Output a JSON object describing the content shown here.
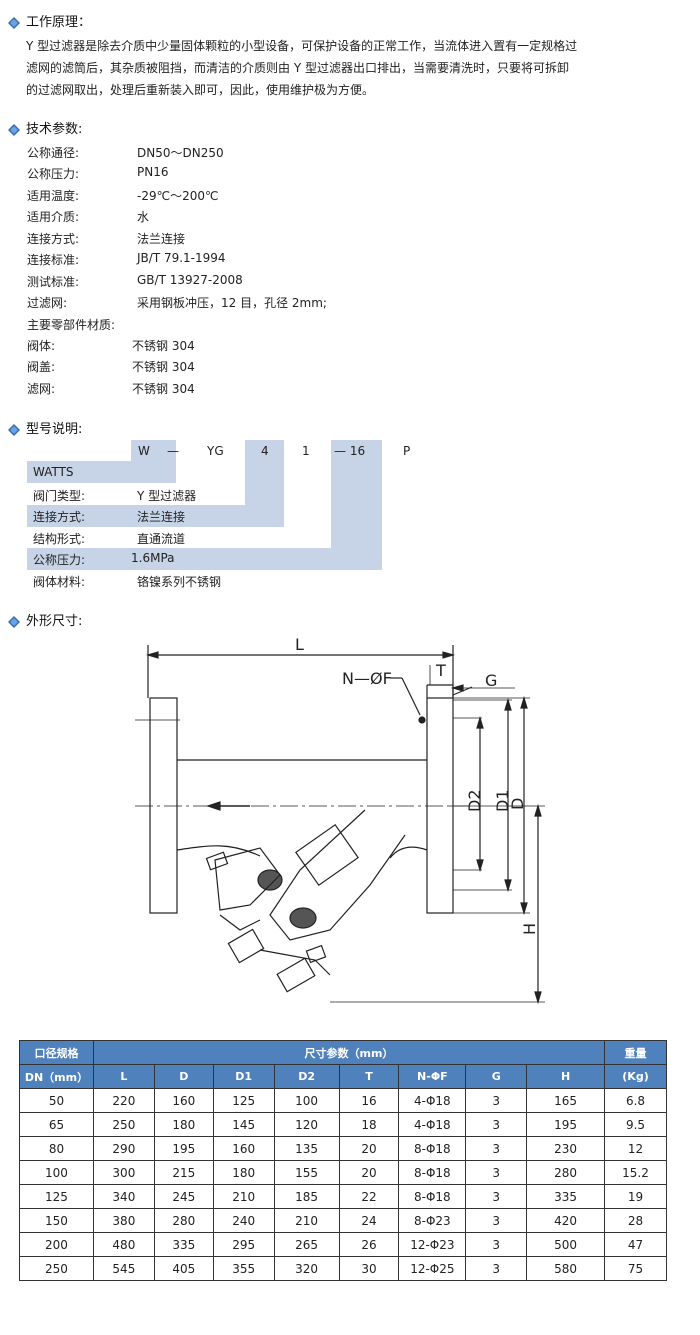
{
  "principle": {
    "title": "工作原理：",
    "lines": [
      "Y 型过滤器是除去介质中少量固体颗粒的小型设备，可保护设备的正常工作，当流体进入置有一定规格过",
      "滤网的滤筒后，其杂质被阻挡，而清洁的介质则由 Y 型过滤器出口排出，当需要清洗时，只要将可拆卸",
      "的过滤网取出，处理后重新装入即可，因此，使用维护极为方便。"
    ]
  },
  "specs": {
    "title": "技术参数:",
    "rows": [
      {
        "k": "公称通径:",
        "v": "DN50～DN250"
      },
      {
        "k": "公称压力:",
        "v": "PN16"
      },
      {
        "k": "适用温度:",
        "v": "-29℃～200℃"
      },
      {
        "k": "适用介质:",
        "v": "水"
      },
      {
        "k": "连接方式:",
        "v": "法兰连接"
      },
      {
        "k": "连接标准:",
        "v": "JB/T 79.1-1994"
      },
      {
        "k": "测试标准:",
        "v": "GB/T 13927-2008"
      },
      {
        "k": "过滤网:",
        "v": "采用钢板冲压，12 目，孔径 2mm;"
      }
    ],
    "materials_title": "主要零部件材质:",
    "materials": [
      {
        "k": "阀体:",
        "v": "不锈钢 304"
      },
      {
        "k": "阀盖:",
        "v": "不锈钢 304"
      },
      {
        "k": "滤网:",
        "v": "不锈钢 304"
      }
    ]
  },
  "model": {
    "title": "型号说明:",
    "codes": [
      "W",
      "—",
      "YG",
      "4",
      "1",
      "— 16",
      "P"
    ],
    "rows": [
      {
        "k": "WATTS",
        "v": ""
      },
      {
        "k": "阀门类型:",
        "v": "Y 型过滤器"
      },
      {
        "k": "连接方式:",
        "v": "法兰连接"
      },
      {
        "k": "结构形式:",
        "v": "直通流道"
      },
      {
        "k": "公称压力:",
        "v": "1.6MPa"
      },
      {
        "k": "阀体材料:",
        "v": "铬镍系列不锈钢"
      }
    ]
  },
  "dimensions": {
    "title": "外形尺寸:",
    "labels": {
      "L": "L",
      "nf": "N—ØF",
      "T": "T",
      "G": "G",
      "D2": "D2",
      "D1": "D1",
      "D": "D",
      "H": "H"
    }
  },
  "table": {
    "h_spec": "口径规格",
    "h_dn": "DN（mm）",
    "h_dims": "尺寸参数（mm）",
    "h_weight": "重量",
    "h_kg": "(Kg)",
    "cols": [
      "L",
      "D",
      "D1",
      "D2",
      "T",
      "N-ΦF",
      "G",
      "H"
    ],
    "rows": [
      [
        "50",
        "220",
        "160",
        "125",
        "100",
        "16",
        "4-Φ18",
        "3",
        "165",
        "6.8"
      ],
      [
        "65",
        "250",
        "180",
        "145",
        "120",
        "18",
        "4-Φ18",
        "3",
        "195",
        "9.5"
      ],
      [
        "80",
        "290",
        "195",
        "160",
        "135",
        "20",
        "8-Φ18",
        "3",
        "230",
        "12"
      ],
      [
        "100",
        "300",
        "215",
        "180",
        "155",
        "20",
        "8-Φ18",
        "3",
        "280",
        "15.2"
      ],
      [
        "125",
        "340",
        "245",
        "210",
        "185",
        "22",
        "8-Φ18",
        "3",
        "335",
        "19"
      ],
      [
        "150",
        "380",
        "280",
        "240",
        "210",
        "24",
        "8-Φ23",
        "3",
        "420",
        "28"
      ],
      [
        "200",
        "480",
        "335",
        "295",
        "265",
        "26",
        "12-Φ23",
        "3",
        "500",
        "47"
      ],
      [
        "250",
        "545",
        "405",
        "355",
        "320",
        "30",
        "12-Φ25",
        "3",
        "580",
        "75"
      ]
    ]
  }
}
